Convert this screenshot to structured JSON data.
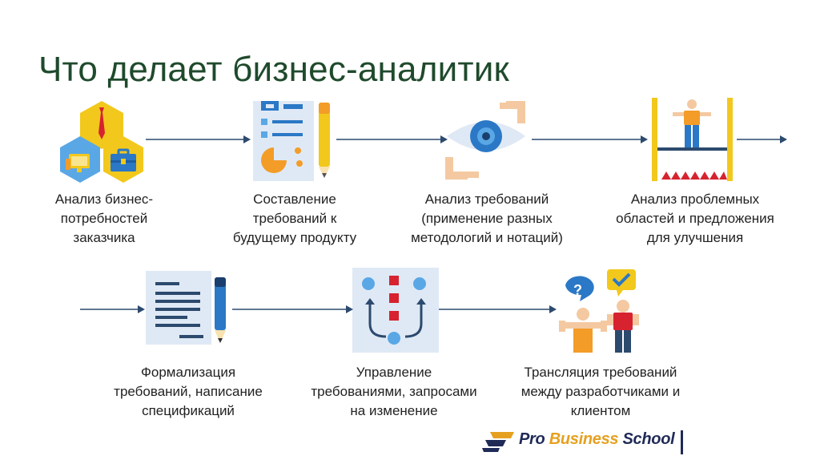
{
  "title": "Что делает бизнес-аналитик",
  "steps": [
    {
      "lines": [
        "Анализ бизнес-",
        "потребностей",
        "заказчика"
      ]
    },
    {
      "lines": [
        "Составление",
        "требований к",
        "будущему продукту"
      ]
    },
    {
      "lines": [
        "Анализ требований",
        "(применение разных",
        "методологий и нотаций)"
      ]
    },
    {
      "lines": [
        "Анализ проблемных",
        "областей и предложения",
        "для улучшения"
      ]
    },
    {
      "lines": [
        "Формализация",
        "требований, написание",
        "спецификаций"
      ]
    },
    {
      "lines": [
        "Управление",
        "требованиями, запросами",
        "на изменение"
      ]
    },
    {
      "lines": [
        "Трансляция требований",
        "между разработчиками и",
        "клиентом"
      ]
    }
  ],
  "logo": {
    "part1": "Pro ",
    "part2": "Business",
    "part3": " School"
  },
  "colors": {
    "title": "#1f4a2c",
    "arrow": "#2c4a6e",
    "yellow": "#f2c81c",
    "orange": "#f39c28",
    "blue": "#5aa7e6",
    "red": "#d6232f",
    "lightblue": "#e3eefa"
  }
}
